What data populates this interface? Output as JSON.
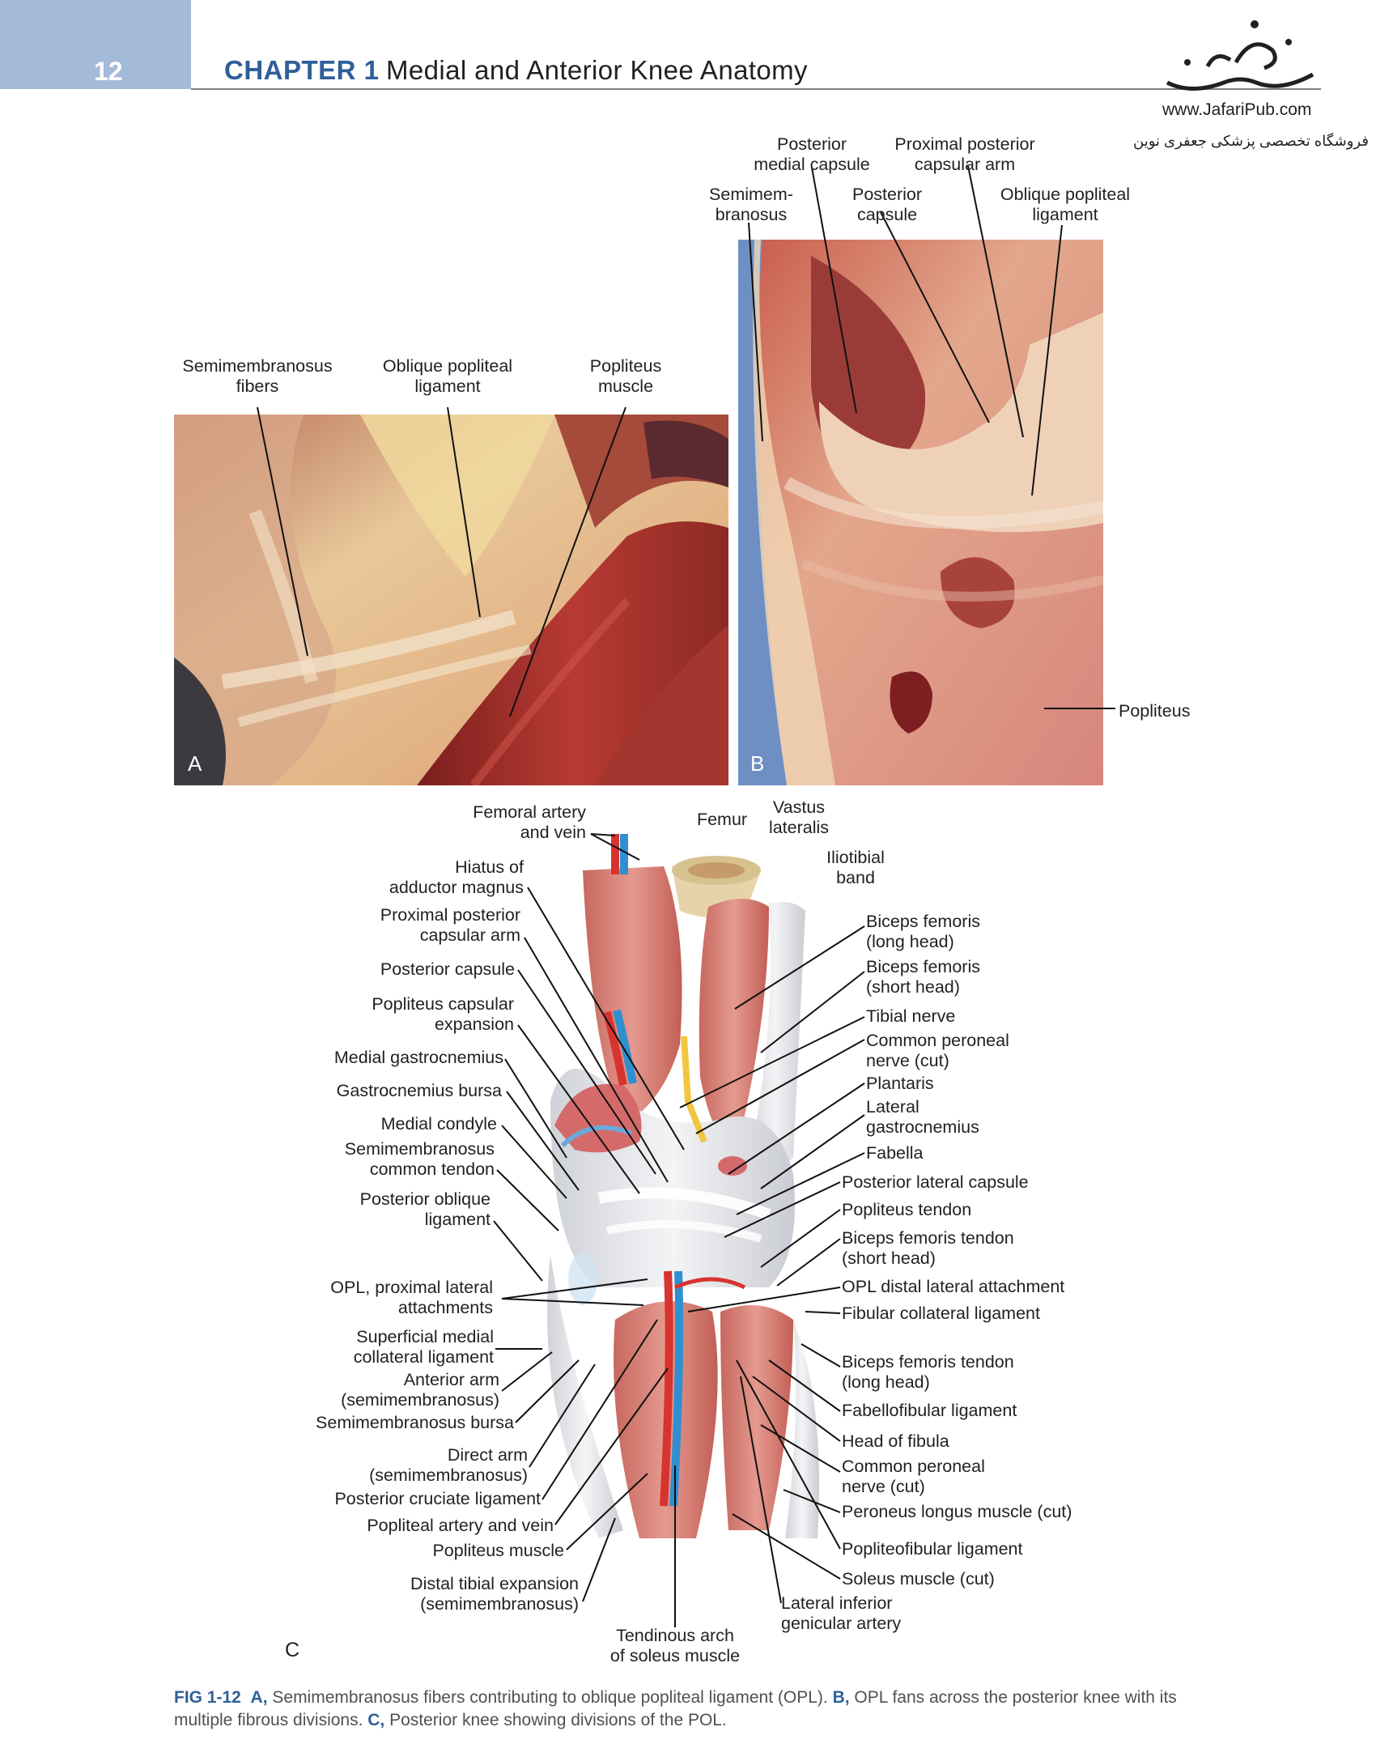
{
  "header": {
    "page_number": "12",
    "chapter_label": "CHAPTER 1",
    "chapter_title": "Medial and Anterior Knee Anatomy",
    "logo_url": "www.JafariPub.com",
    "logo_subtitle": "فروشگاه تخصصی پزشکی جعفری نوین"
  },
  "panel_a": {
    "letter": "A",
    "labels": [
      "Semimembranosus\nfibers",
      "Oblique popliteal\nligament",
      "Popliteus\nmuscle"
    ]
  },
  "panel_b": {
    "letter": "B",
    "labels": [
      "Posterior\nmedial capsule",
      "Proximal posterior\ncapsular arm",
      "Semimem-\nbranosus",
      "Posterior\ncapsule",
      "Oblique popliteal\nligament",
      "Popliteus"
    ]
  },
  "panel_c": {
    "letter": "C",
    "top_labels": [
      "Femoral artery\nand vein",
      "Femur",
      "Vastus\nlateralis",
      "Iliotibial\nband"
    ],
    "left_labels": [
      "Hiatus of\nadductor magnus",
      "Proximal posterior\ncapsular arm",
      "Posterior capsule",
      "Popliteus capsular\nexpansion",
      "Medial gastrocnemius",
      "Gastrocnemius bursa",
      "Medial condyle",
      "Semimembranosus\ncommon tendon",
      "Posterior oblique\nligament",
      "OPL, proximal lateral\nattachments",
      "Superficial medial\ncollateral ligament",
      "Anterior arm\n(semimembranosus)",
      "Semimembranosus bursa",
      "Direct arm\n(semimembranosus)",
      "Posterior cruciate ligament",
      "Popliteal artery and vein",
      "Popliteus muscle",
      "Distal tibial expansion\n(semimembranosus)"
    ],
    "right_labels": [
      "Biceps femoris\n(long head)",
      "Biceps femoris\n(short head)",
      "Tibial nerve",
      "Common peroneal\nnerve (cut)",
      "Plantaris",
      "Lateral\ngastrocnemius",
      "Fabella",
      "Posterior lateral capsule",
      "Popliteus tendon",
      "Biceps femoris tendon\n(short head)",
      "OPL distal lateral attachment",
      "Fibular collateral ligament",
      "Biceps femoris tendon\n(long head)",
      "Fabellofibular ligament",
      "Head of fibula",
      "Common peroneal\nnerve (cut)",
      "Peroneus longus muscle (cut)",
      "Popliteofibular ligament",
      "Soleus muscle (cut)"
    ],
    "bottom_labels": [
      "Tendinous arch\nof soleus muscle",
      "Lateral inferior\ngenicular artery"
    ]
  },
  "caption": {
    "fig": "FIG 1-12",
    "a_key": "A,",
    "a_text": " Semimembranosus fibers contributing to oblique popliteal ligament (OPL). ",
    "b_key": "B,",
    "b_text": " OPL fans across the posterior knee with its multiple fibrous divisions. ",
    "c_key": "C,",
    "c_text": " Posterior knee showing divisions of the POL."
  },
  "colors": {
    "header_box": "#a3bad8",
    "chapter_blue": "#2f5f98",
    "muscle": "#d9817a",
    "artery": "#d8342f",
    "vein": "#2f8fd1",
    "nerve": "#f0c640"
  }
}
